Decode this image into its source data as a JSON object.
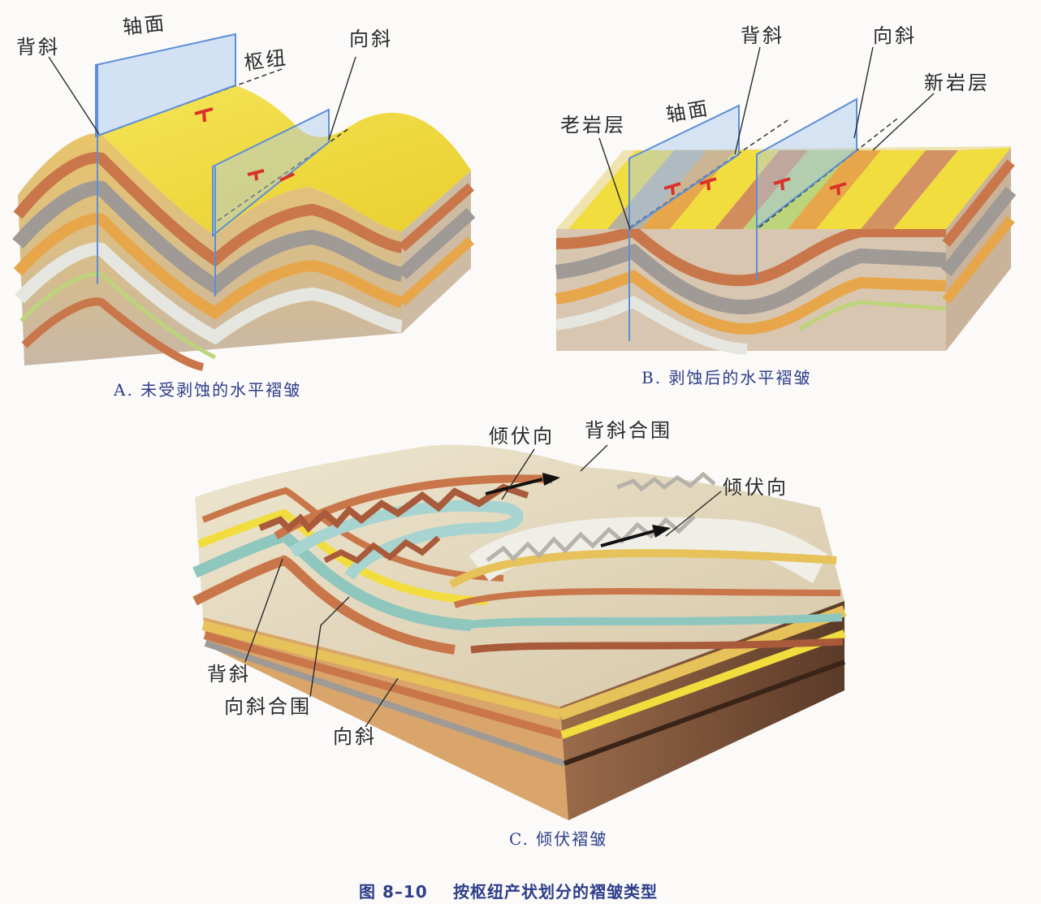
{
  "panel_a": {
    "labels": {
      "anticline": "背斜",
      "axial_plane": "轴面",
      "hinge": "枢纽",
      "syncline": "向斜"
    },
    "caption": "A. 未受剥蚀的水平褶皱"
  },
  "panel_b": {
    "labels": {
      "anticline": "背斜",
      "syncline": "向斜",
      "new_strata": "新岩层",
      "old_strata": "老岩层",
      "axial_plane": "轴面"
    },
    "caption": "B. 剥蚀后的水平褶皱"
  },
  "panel_c": {
    "labels": {
      "plunge_1": "倾伏向",
      "anticline_closure": "背斜合围",
      "plunge_2": "倾伏向",
      "anticline": "背斜",
      "syncline_closure": "向斜合围",
      "syncline": "向斜"
    },
    "caption": "C. 倾伏褶皱"
  },
  "figure": {
    "number": "图 8–10",
    "title": "按枢纽产状划分的褶皱类型"
  },
  "colors": {
    "yellow": "#f1dd3e",
    "orange": "#e7a64a",
    "terracotta": "#c9774a",
    "grey": "#9f9a95",
    "pale": "#e6e6e0",
    "green": "#bcd47a",
    "blue_plane": "#a9c8ee",
    "caption_blue": "#2e3e8a"
  }
}
